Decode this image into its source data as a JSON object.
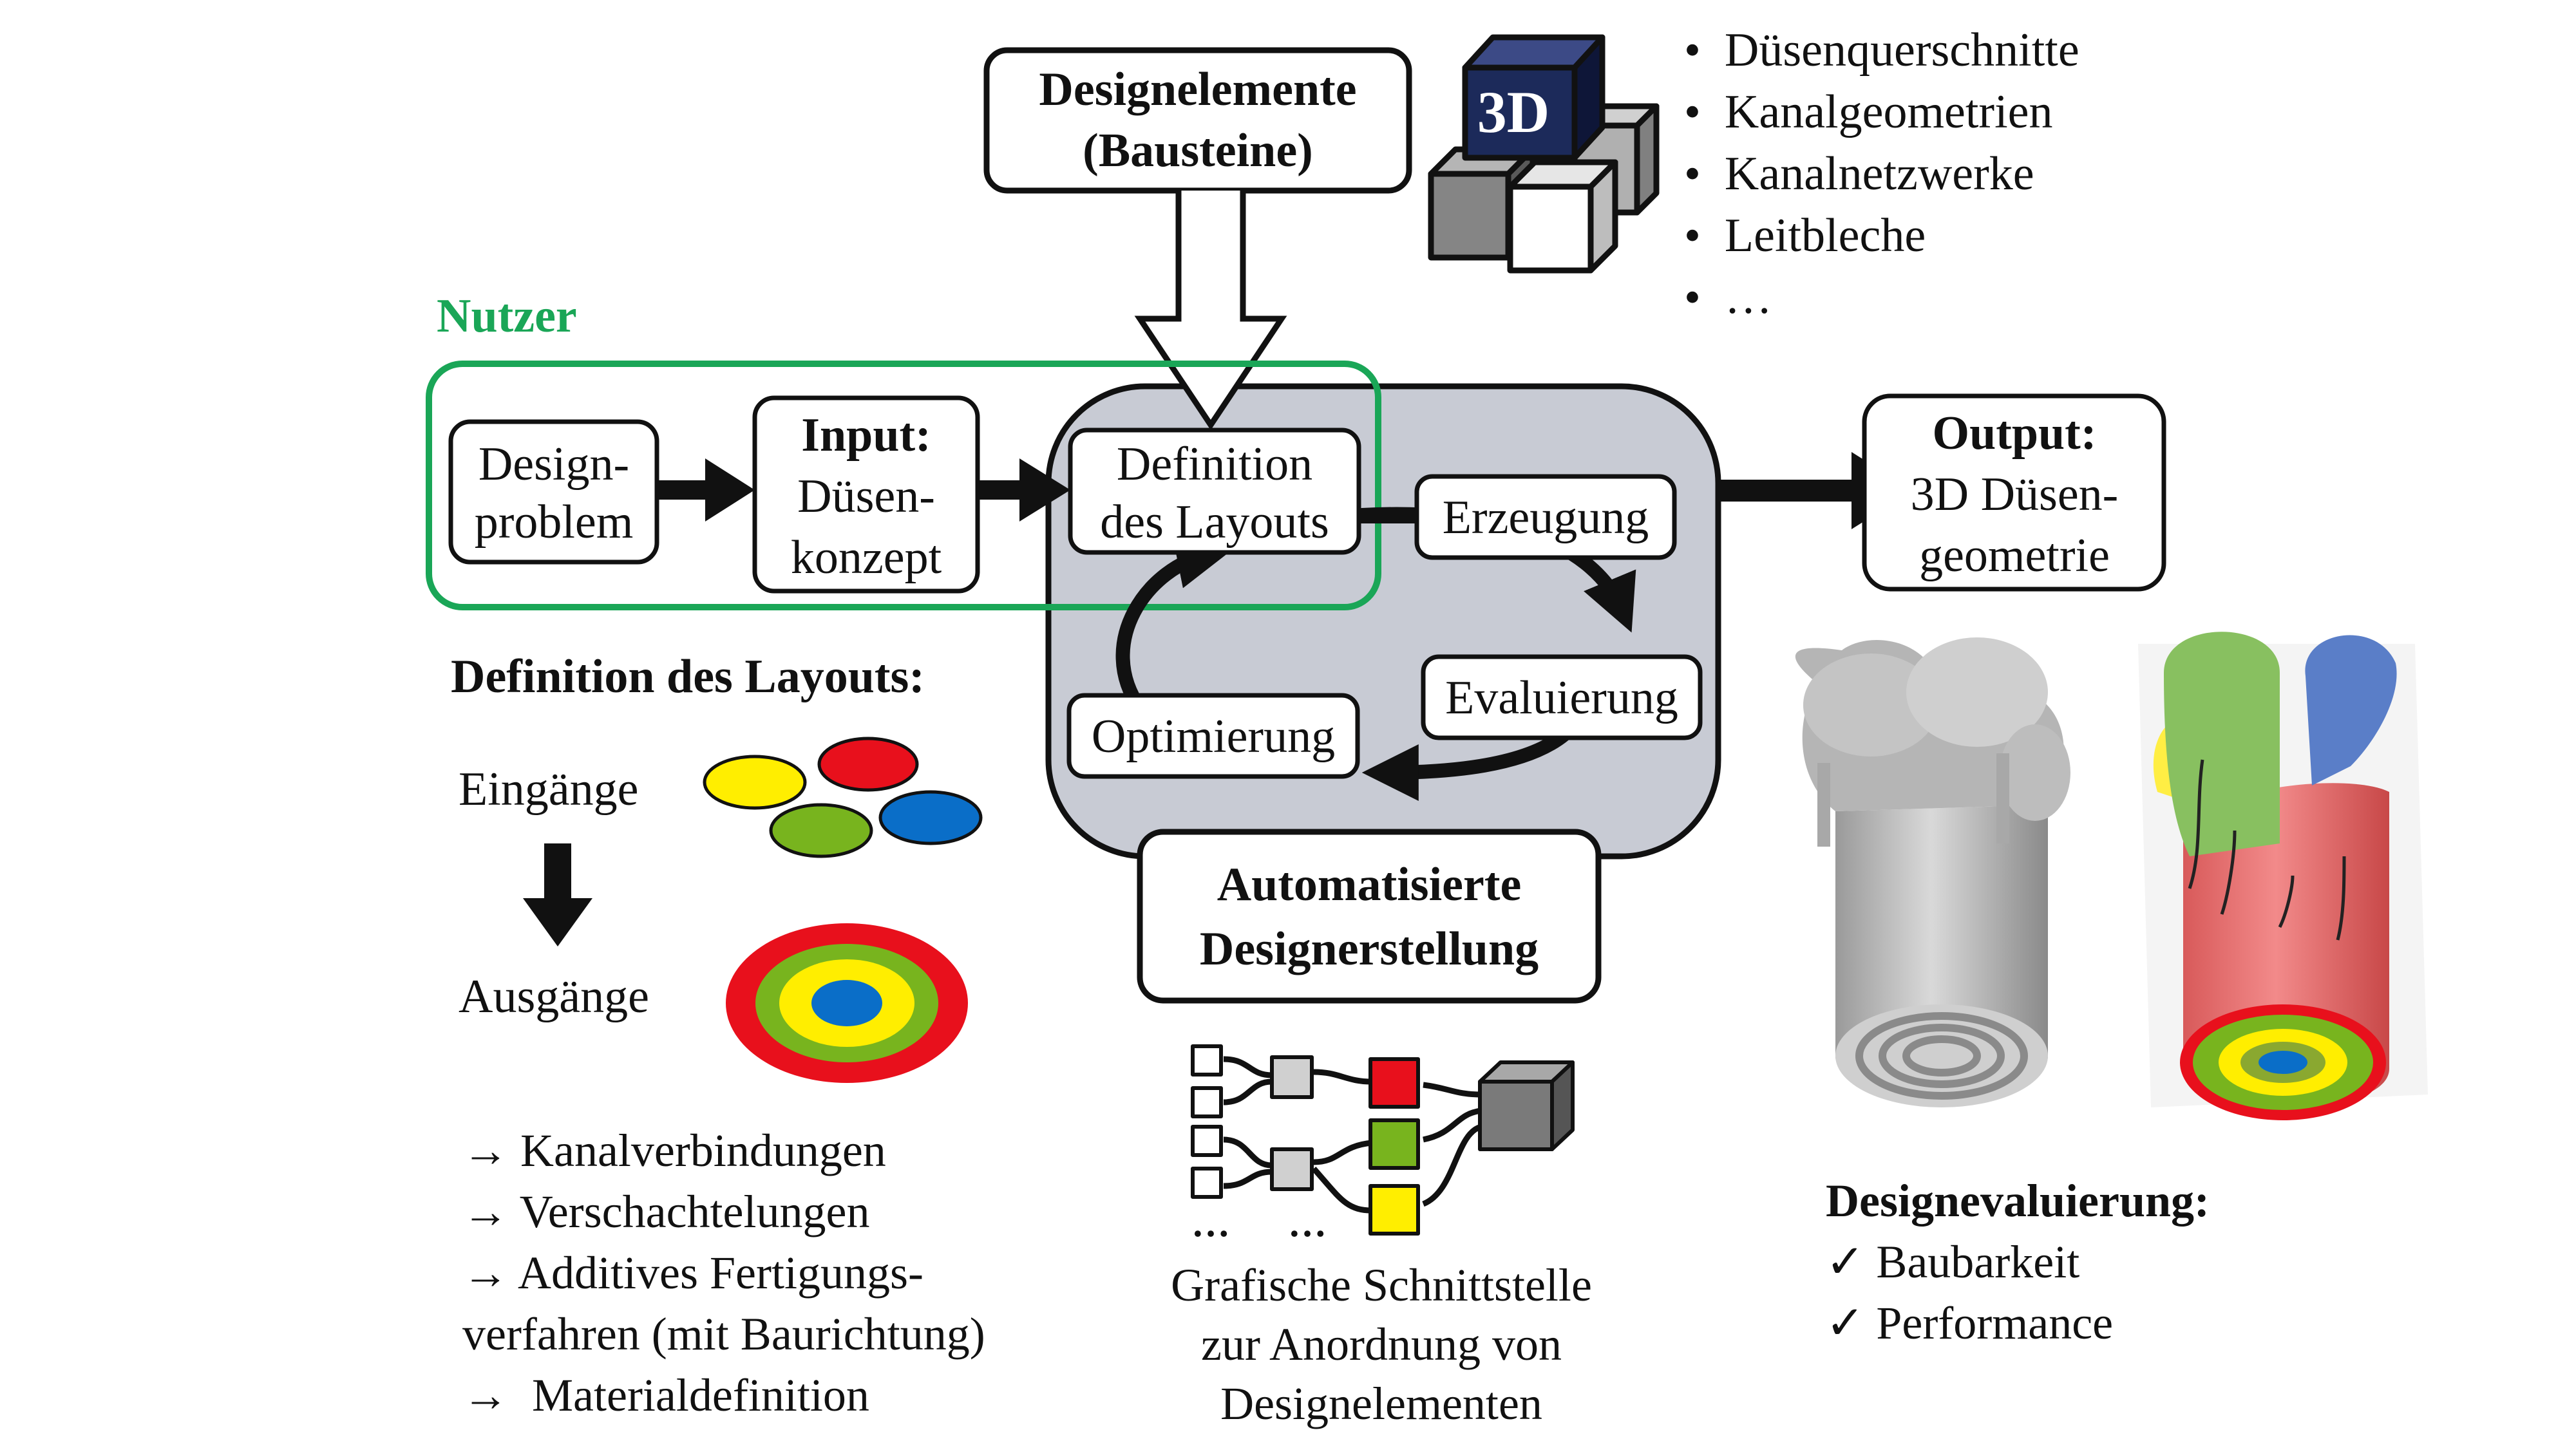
{
  "top_box": {
    "line1": "Designelemente",
    "line2": "(Bausteine)"
  },
  "cube_label": "3D",
  "design_elements": [
    "Düsenquerschnitte",
    "Kanalgeometrien",
    "Kanalnetzwerke",
    "Leitbleche",
    "…"
  ],
  "user_label": "Nutzer",
  "flow": {
    "problem": {
      "line1": "Design-",
      "line2": "problem"
    },
    "input": {
      "title": "Input:",
      "line1": "Düsen-",
      "line2": "konzept"
    },
    "definition": {
      "line1": "Definition",
      "line2": "des Layouts"
    },
    "generation": "Erzeugung",
    "evaluation": "Evaluierung",
    "optimization": "Optimierung",
    "auto": {
      "line1": "Automatisierte",
      "line2": "Designerstellung"
    },
    "output": {
      "title": "Output:",
      "line1": "3D Düsen-",
      "line2": "geometrie"
    }
  },
  "layout_def": {
    "title": "Definition des Layouts:",
    "inputs_label": "Eingänge",
    "outputs_label": "Ausgänge",
    "items": [
      "Kanalverbindungen",
      "Verschachtelungen",
      "Additives Fertigungs-",
      "verfahren (mit Baurichtung)",
      "Materialdefinition"
    ]
  },
  "gui": {
    "dots1": "…",
    "dots2": "…",
    "line1": "Grafische Schnittstelle",
    "line2": "zur Anordnung von",
    "line3": "Designelementen"
  },
  "evaluation": {
    "title": "Designevaluierung:",
    "items": [
      "Baubarkeit",
      "Performance"
    ]
  },
  "colors": {
    "green": "#1aa657",
    "panel": "#c8cbd4",
    "navy": "#1c2a5a",
    "red": "#e8101c",
    "yellow": "#ffee00",
    "lime": "#78b41e",
    "blue": "#0a6ec8"
  }
}
